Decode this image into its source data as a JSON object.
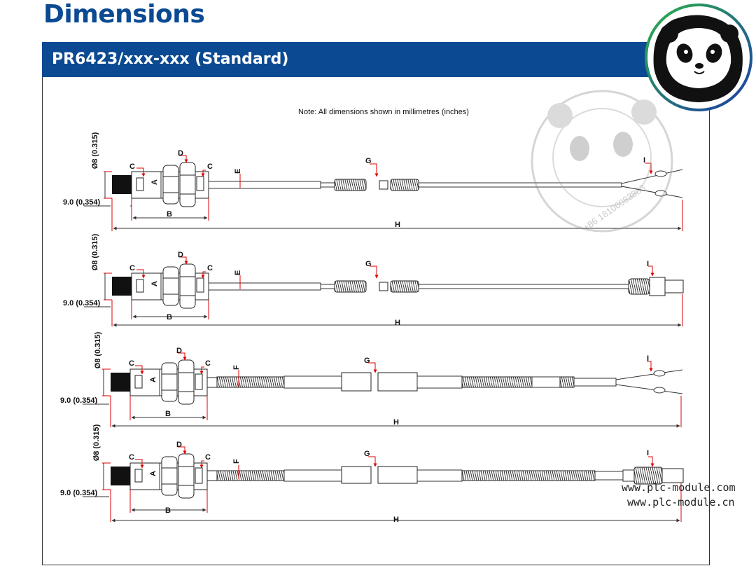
{
  "page": {
    "heading": "Dimensions",
    "section_title": "PR6423/xxx-xxx (Standard)",
    "note": "Note: All dimensions shown in millimetres (inches)"
  },
  "labels": {
    "diameter": "Ø8 (0.315)",
    "length_tip": "9.0 (0,354)",
    "length_tip_alt": "9.0 (0.354)",
    "a": "A",
    "b": "B",
    "c": "C",
    "d": "D",
    "e": "E",
    "f": "F",
    "g": "G",
    "h": "H",
    "i": "I"
  },
  "watermark": {
    "phone": "+86 18106083883",
    "site1": "www.plc-module.com",
    "site2": "www.plc-module.cn"
  }
}
